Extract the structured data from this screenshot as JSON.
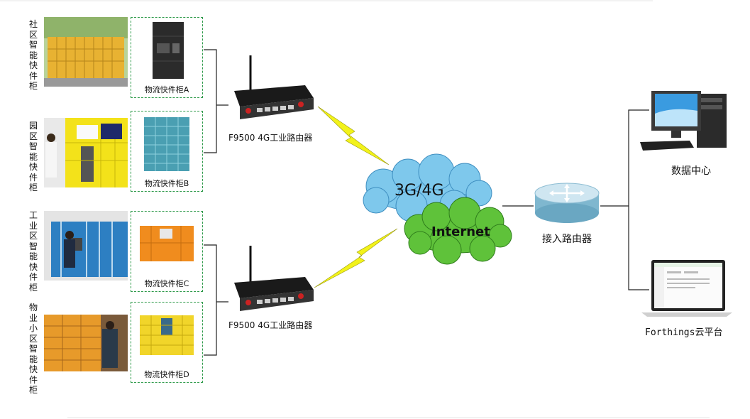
{
  "scenarios": [
    {
      "label": "社区智能快件柜",
      "cabinet": "物流快件柜A"
    },
    {
      "label": "园区智能快件柜",
      "cabinet": "物流快件柜B"
    },
    {
      "label": "工业区智能快件柜",
      "cabinet": "物流快件柜C"
    },
    {
      "label": "物业小区智能快件柜",
      "cabinet": "物流快件柜D"
    }
  ],
  "routers": [
    {
      "label": "F9500 4G工业路由器"
    },
    {
      "label": "F9500 4G工业路由器"
    }
  ],
  "clouds": {
    "mobile": "3G/4G",
    "internet": "Internet"
  },
  "access_router": {
    "label": "接入路由器"
  },
  "endpoints": {
    "data_center": "数据中心",
    "platform": "Forthings云平台"
  },
  "colors": {
    "dashed_border": "#2e9a4a",
    "lightning": "#f2f21a",
    "cloud_blue": "#7ec8ec",
    "cloud_green": "#5fc23a",
    "line": "#222222"
  }
}
